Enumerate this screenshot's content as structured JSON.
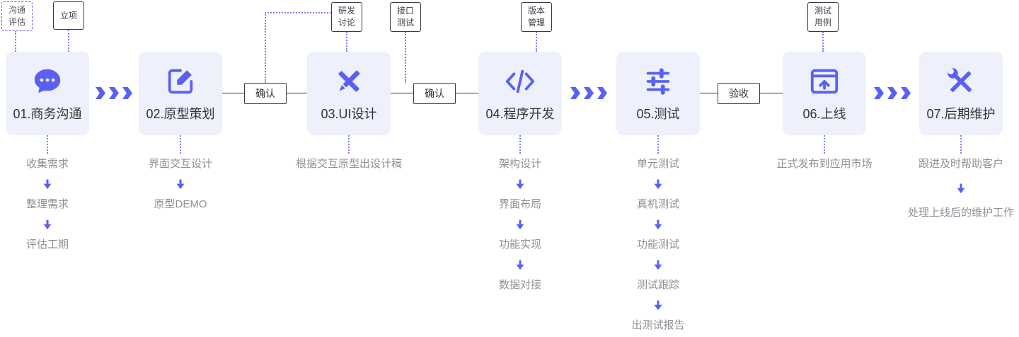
{
  "colors": {
    "accent": "#5A61F2",
    "stage_bg": "#EEF0FC",
    "title": "#333333",
    "substep": "#8F8F98",
    "line_dark": "#3A3A44",
    "dash": "#7B80F5"
  },
  "top_labels": [
    {
      "text": "沟通评估",
      "lines": [
        "沟通",
        "评估"
      ],
      "style": "dashed"
    },
    {
      "text": "立项",
      "lines": [
        "立项"
      ],
      "style": "solid"
    },
    {
      "text": "研发讨论",
      "lines": [
        "研发",
        "讨论"
      ],
      "style": "solid"
    },
    {
      "text": "接口测试",
      "lines": [
        "接口",
        "测试"
      ],
      "style": "solid"
    },
    {
      "text": "版本管理",
      "lines": [
        "版本",
        "管理"
      ],
      "style": "solid"
    },
    {
      "text": "测试用例",
      "lines": [
        "测试",
        "用例"
      ],
      "style": "solid"
    }
  ],
  "stages": [
    {
      "title": "01.商务沟通",
      "icon": "chat-icon",
      "substeps": [
        "收集需求",
        "整理需求",
        "评估工期"
      ]
    },
    {
      "title": "02.原型策划",
      "icon": "prototype-icon",
      "substeps": [
        "界面交互设计",
        "原型DEMO"
      ]
    },
    {
      "title": "03.UI设计",
      "icon": "design-icon",
      "substeps": [
        "根据交互原型出设计稿"
      ]
    },
    {
      "title": "04.程序开发",
      "icon": "code-icon",
      "substeps": [
        "架构设计",
        "界面布局",
        "功能实现",
        "数据对接"
      ]
    },
    {
      "title": "05.测试",
      "icon": "sliders-icon",
      "substeps": [
        "单元测试",
        "真机测试",
        "功能测试",
        "测试跟踪",
        "出测试报告"
      ]
    },
    {
      "title": "06.上线",
      "icon": "launch-icon",
      "substeps": [
        "正式发布到应用市场"
      ]
    },
    {
      "title": "07.后期维护",
      "icon": "tools-icon",
      "substeps": [
        "跟进及时帮助客户",
        "处理上线后的维护工作"
      ]
    }
  ],
  "connectors": [
    {
      "type": "chevrons",
      "between": [
        "01",
        "02"
      ]
    },
    {
      "type": "label",
      "text": "确认",
      "between": [
        "02",
        "03"
      ]
    },
    {
      "type": "label",
      "text": "确认",
      "between": [
        "03",
        "04"
      ]
    },
    {
      "type": "chevrons",
      "between": [
        "04",
        "05"
      ]
    },
    {
      "type": "label",
      "text": "验收",
      "between": [
        "05",
        "06"
      ]
    },
    {
      "type": "chevrons",
      "between": [
        "06",
        "07"
      ]
    }
  ]
}
